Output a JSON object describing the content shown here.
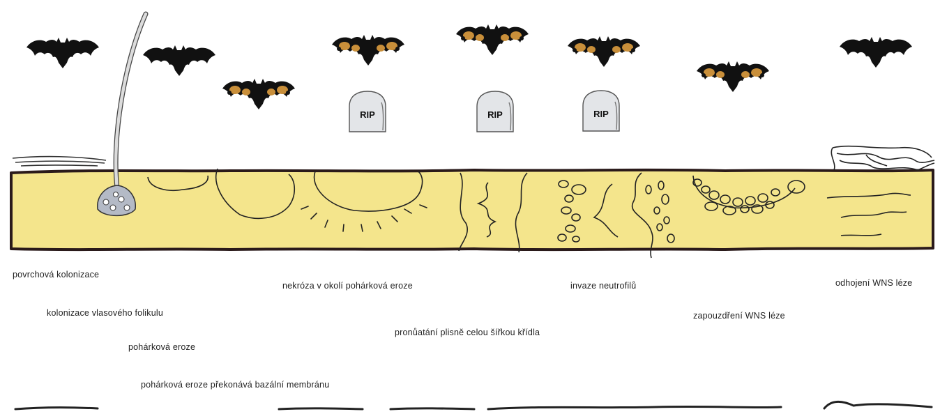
{
  "tombstones": [
    {
      "label": "RIP"
    },
    {
      "label": "RIP"
    },
    {
      "label": "RIP"
    }
  ],
  "labels": {
    "surface_colonization": "povrchová kolonizace",
    "follicle_colonization": "kolonizace vlasového folikulu",
    "cup_erosion": "pohárková eroze",
    "cup_erosion_membrane": "pohárková eroze překonává bazální membránu",
    "necrosis": "nekróza v okolí pohárková eroze",
    "full_penetration": "pronůatání plisně celou šířkou křídla",
    "neutrophil_invasion": "invaze neutrofilů",
    "encapsulation": "zapouzdření WNS léze",
    "detachment": "odhojení WNS léze"
  },
  "colors": {
    "wing_tissue": "#f4e58c",
    "membrane_edge": "#2a1a1a",
    "bat_healthy": "#111111",
    "bat_infected_patch": "#c98f3a",
    "tombstone": "#e3e5e8",
    "hair": "#dcdcdc",
    "fungus": "#9aa0ac"
  },
  "icons": {
    "bat": "bat-icon",
    "tombstone": "tombstone-icon",
    "hair": "hair-icon",
    "fungus": "fungal-cluster-icon"
  }
}
